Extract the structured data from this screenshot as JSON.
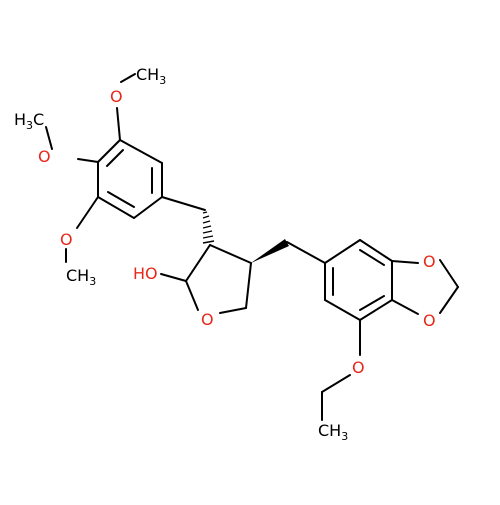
{
  "colors": {
    "bond": "#000000",
    "oxygen": "#e8281a",
    "background": "#ffffff"
  },
  "atoms": {
    "methoxy_top_o": "O",
    "methoxy_top_c": "CH3",
    "methoxy_left_c": "H3C",
    "methoxy_left_o": "O",
    "methoxy_bottom_o": "O",
    "methoxy_bottom_c": "CH3",
    "hydroxyl": "HO",
    "ring_oxygen": "O",
    "dioxole_o_top": "O",
    "dioxole_o_bottom": "O",
    "ethoxy_o": "O",
    "ethoxy_c": "CH3"
  }
}
